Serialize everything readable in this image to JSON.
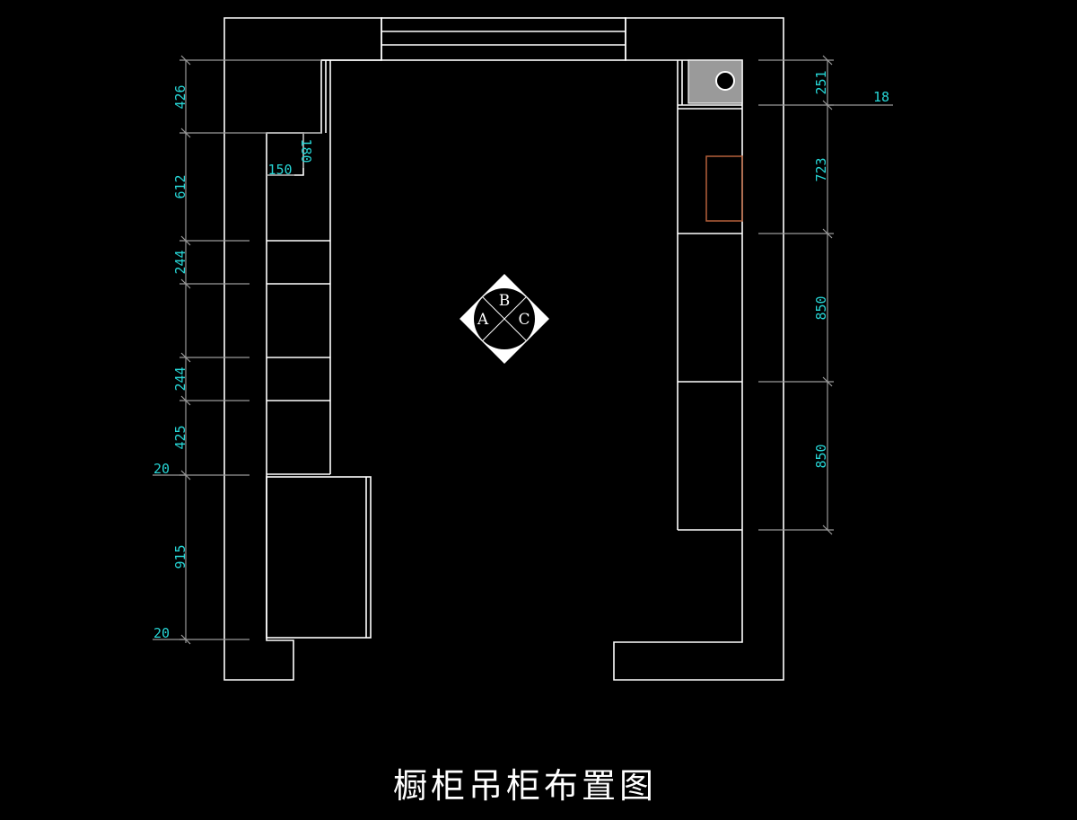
{
  "title": "橱柜吊柜布置图",
  "colors": {
    "background": "#000000",
    "lines": "#ffffff",
    "dimension_text": "#27d6d6",
    "dimension_lines": "#9a9a9a",
    "appliance": "#b5613a",
    "sink_fill": "#9a9a9a"
  },
  "compass": {
    "a": "A",
    "b": "B",
    "c": "C"
  },
  "left_dimensions": [
    "426",
    "612",
    "244",
    "244",
    "425",
    "915"
  ],
  "left_small": {
    "top": "20",
    "bottom": "20"
  },
  "notch": {
    "height": "180",
    "width": "150"
  },
  "right_dimensions": [
    "251",
    "723",
    "850",
    "850"
  ],
  "right_small": "18"
}
